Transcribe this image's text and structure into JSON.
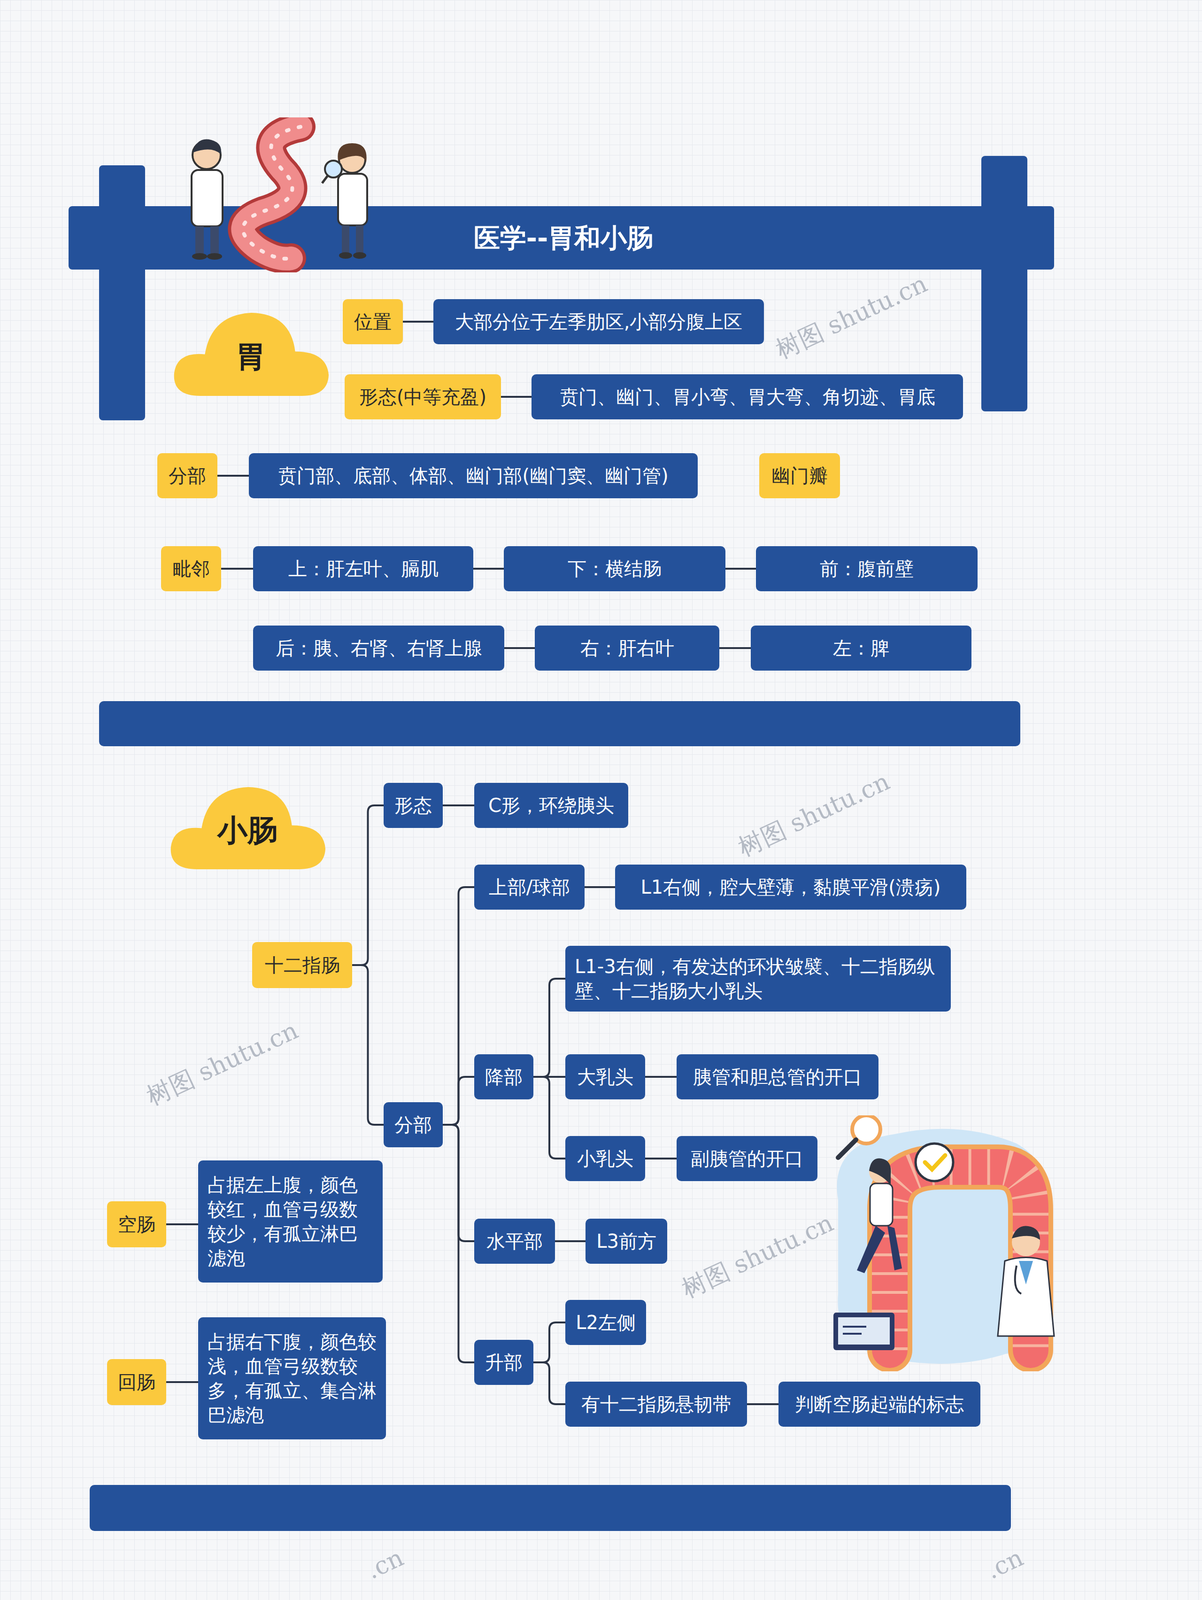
{
  "diagram": {
    "title": "医学--胃和小肠",
    "nodes": [
      {
        "text": [
          "胃"
        ]
      },
      {
        "text": [
          "位置"
        ]
      },
      {
        "text": [
          "大部分位于左季肋区,小部分腹上区"
        ]
      },
      {
        "text": [
          "形态(中等充盈)"
        ]
      },
      {
        "text": [
          "贲门、幽门、胃小弯、胃大弯、角切迹、胃底"
        ]
      },
      {
        "text": [
          "分部"
        ]
      },
      {
        "text": [
          "贲门部、底部、体部、幽门部(幽门窦、幽门管)"
        ]
      },
      {
        "text": [
          "幽门瓣"
        ]
      },
      {
        "text": [
          "毗邻"
        ]
      },
      {
        "text": [
          "上：肝左叶、膈肌"
        ]
      },
      {
        "text": [
          "下：横结肠"
        ]
      },
      {
        "text": [
          "前：腹前壁"
        ]
      },
      {
        "text": [
          "后：胰、右肾、右肾上腺"
        ]
      },
      {
        "text": [
          "右：肝右叶"
        ]
      },
      {
        "text": [
          "左：脾"
        ]
      },
      {
        "text": [
          "小肠"
        ]
      },
      {
        "text": [
          "十二指肠"
        ]
      },
      {
        "text": [
          "形态"
        ]
      },
      {
        "text": [
          "C形，环绕胰头"
        ]
      },
      {
        "text": [
          "分部"
        ]
      },
      {
        "text": [
          "上部/球部"
        ]
      },
      {
        "text": [
          "L1右侧，腔大壁薄，黏膜平滑(溃疡)"
        ]
      },
      {
        "text": [
          "降部"
        ]
      },
      {
        "text": [
          "L1-3右侧，有发达的环状皱襞、十二指肠纵壁、十二指肠大小乳头"
        ]
      },
      {
        "text": [
          "大乳头"
        ]
      },
      {
        "text": [
          "胰管和胆总管的开口"
        ]
      },
      {
        "text": [
          "小乳头"
        ]
      },
      {
        "text": [
          "副胰管的开口"
        ]
      },
      {
        "text": [
          "水平部"
        ]
      },
      {
        "text": [
          "L3前方"
        ]
      },
      {
        "text": [
          "升部"
        ]
      },
      {
        "text": [
          "L2左侧"
        ]
      },
      {
        "text": [
          "有十二指肠悬韧带"
        ]
      },
      {
        "text": [
          "判断空肠起端的标志"
        ]
      },
      {
        "text": [
          "空肠"
        ]
      },
      {
        "text": [
          "占据左上腹，颜色较红，血管弓级数较少，有孤立淋巴滤泡"
        ]
      },
      {
        "text": [
          "回肠"
        ]
      },
      {
        "text": [
          "占据右下腹，颜色较浅，血管弓级数较多，有孤立、集合淋巴滤泡"
        ]
      }
    ],
    "edges": [
      {
        "from": 1,
        "to": 2,
        "arrow": "none"
      },
      {
        "from": 3,
        "to": 4,
        "arrow": "none"
      },
      {
        "from": 5,
        "to": 6,
        "arrow": "none"
      },
      {
        "from": 8,
        "to": 9,
        "arrow": "none"
      },
      {
        "from": 9,
        "to": 10,
        "arrow": "none"
      },
      {
        "from": 10,
        "to": 11,
        "arrow": "none"
      },
      {
        "from": 12,
        "to": 13,
        "arrow": "none"
      },
      {
        "from": 13,
        "to": 14,
        "arrow": "none"
      },
      {
        "from": 16,
        "to": 17,
        "arrow": "none"
      },
      {
        "from": 16,
        "to": 19,
        "arrow": "none"
      },
      {
        "from": 17,
        "to": 18,
        "arrow": "none"
      },
      {
        "from": 19,
        "to": 20,
        "arrow": "none"
      },
      {
        "from": 19,
        "to": 22,
        "arrow": "none"
      },
      {
        "from": 19,
        "to": 28,
        "arrow": "none"
      },
      {
        "from": 19,
        "to": 30,
        "arrow": "none"
      },
      {
        "from": 20,
        "to": 21,
        "arrow": "none"
      },
      {
        "from": 22,
        "to": 23,
        "arrow": "none"
      },
      {
        "from": 22,
        "to": 24,
        "arrow": "none"
      },
      {
        "from": 22,
        "to": 26,
        "arrow": "none"
      },
      {
        "from": 24,
        "to": 25,
        "arrow": "none"
      },
      {
        "from": 26,
        "to": 27,
        "arrow": "none"
      },
      {
        "from": 28,
        "to": 29,
        "arrow": "none"
      },
      {
        "from": 30,
        "to": 31,
        "arrow": "none"
      },
      {
        "from": 30,
        "to": 32,
        "arrow": "none"
      },
      {
        "from": 32,
        "to": 33,
        "arrow": "none"
      },
      {
        "from": 34,
        "to": 35,
        "arrow": "none"
      },
      {
        "from": 36,
        "to": 37,
        "arrow": "none"
      }
    ],
    "labels": [
      "树图 shutu.cn",
      "树图 shutu.cn",
      "树图 shutu.cn",
      "树图 shutu.cn",
      ".cn",
      ".cn"
    ]
  }
}
